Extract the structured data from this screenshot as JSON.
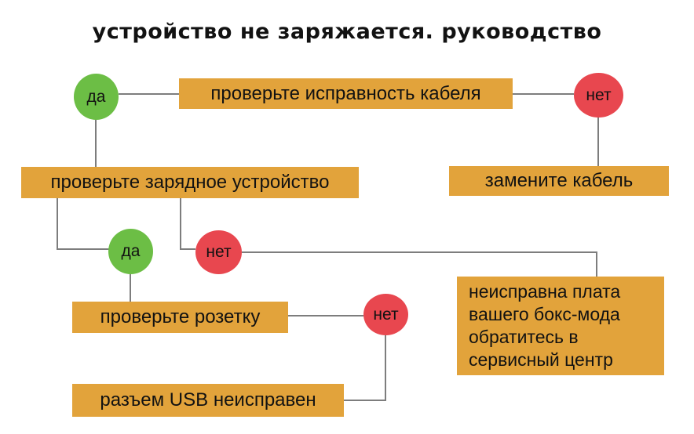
{
  "title": "устройство не заряжается. руководство",
  "labels": {
    "yes": "да",
    "no": "нет"
  },
  "nodes": {
    "check_cable": "проверьте исправность кабеля",
    "check_charger": "проверьте зарядное устройство",
    "replace_cable": "замените кабель",
    "check_outlet": "проверьте розетку",
    "usb_fault": "разъем USB неисправен",
    "board_fault": "неисправна плата вашего бокс-мода обратитесь в сервисный центр",
    "board_fault_lines": [
      "неисправна плата",
      "вашего бокс-мода",
      "обратитесь в",
      "сервисный центр"
    ]
  },
  "edges": [
    {
      "from": "check_cable",
      "answer": "да",
      "to": "check_charger"
    },
    {
      "from": "check_cable",
      "answer": "нет",
      "to": "replace_cable"
    },
    {
      "from": "check_charger",
      "answer": "да",
      "to": "check_outlet"
    },
    {
      "from": "check_charger",
      "answer": "нет",
      "to": "board_fault"
    },
    {
      "from": "check_outlet",
      "answer": "нет",
      "to": "usb_fault"
    }
  ],
  "colors": {
    "box": "#e2a33b",
    "yes": "#6cbe45",
    "no": "#e8474f",
    "line": "#7d7d7d",
    "text": "#121212",
    "background": "#ffffff"
  }
}
